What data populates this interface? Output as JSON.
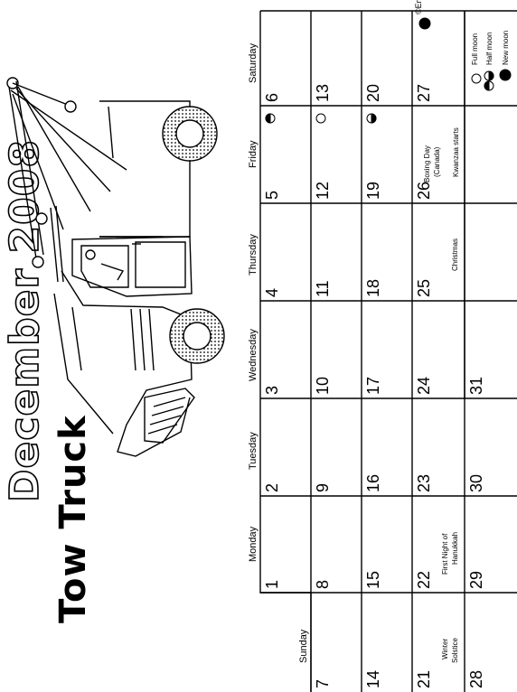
{
  "header": {
    "title": "December 2008",
    "subtitle": "Tow Truck",
    "copyright": "©EnchantedLearning.com"
  },
  "calendar": {
    "day_names": [
      "Sunday",
      "Monday",
      "Tuesday",
      "Wednesday",
      "Thursday",
      "Friday",
      "Saturday"
    ],
    "dates": [
      "1",
      "2",
      "3",
      "4",
      "5",
      "6",
      "7",
      "8",
      "9",
      "10",
      "11",
      "12",
      "13",
      "14",
      "15",
      "16",
      "17",
      "18",
      "19",
      "20",
      "21",
      "22",
      "23",
      "24",
      "25",
      "26",
      "27",
      "28",
      "29",
      "30",
      "31"
    ],
    "events": {
      "winter_solstice_1": "Winter",
      "winter_solstice_2": "Solstice",
      "hanukkah_1": "First Night of",
      "hanukkah_2": "Hanukkah",
      "christmas": "Christmas",
      "boxing_1": "Boxing Day",
      "boxing_2": "(Canada)",
      "kwanzaa": "Kwanzaa starts"
    }
  },
  "legend": {
    "full_moon": "Full moon",
    "half_moon": "Half moon",
    "new_moon": "New moon"
  }
}
